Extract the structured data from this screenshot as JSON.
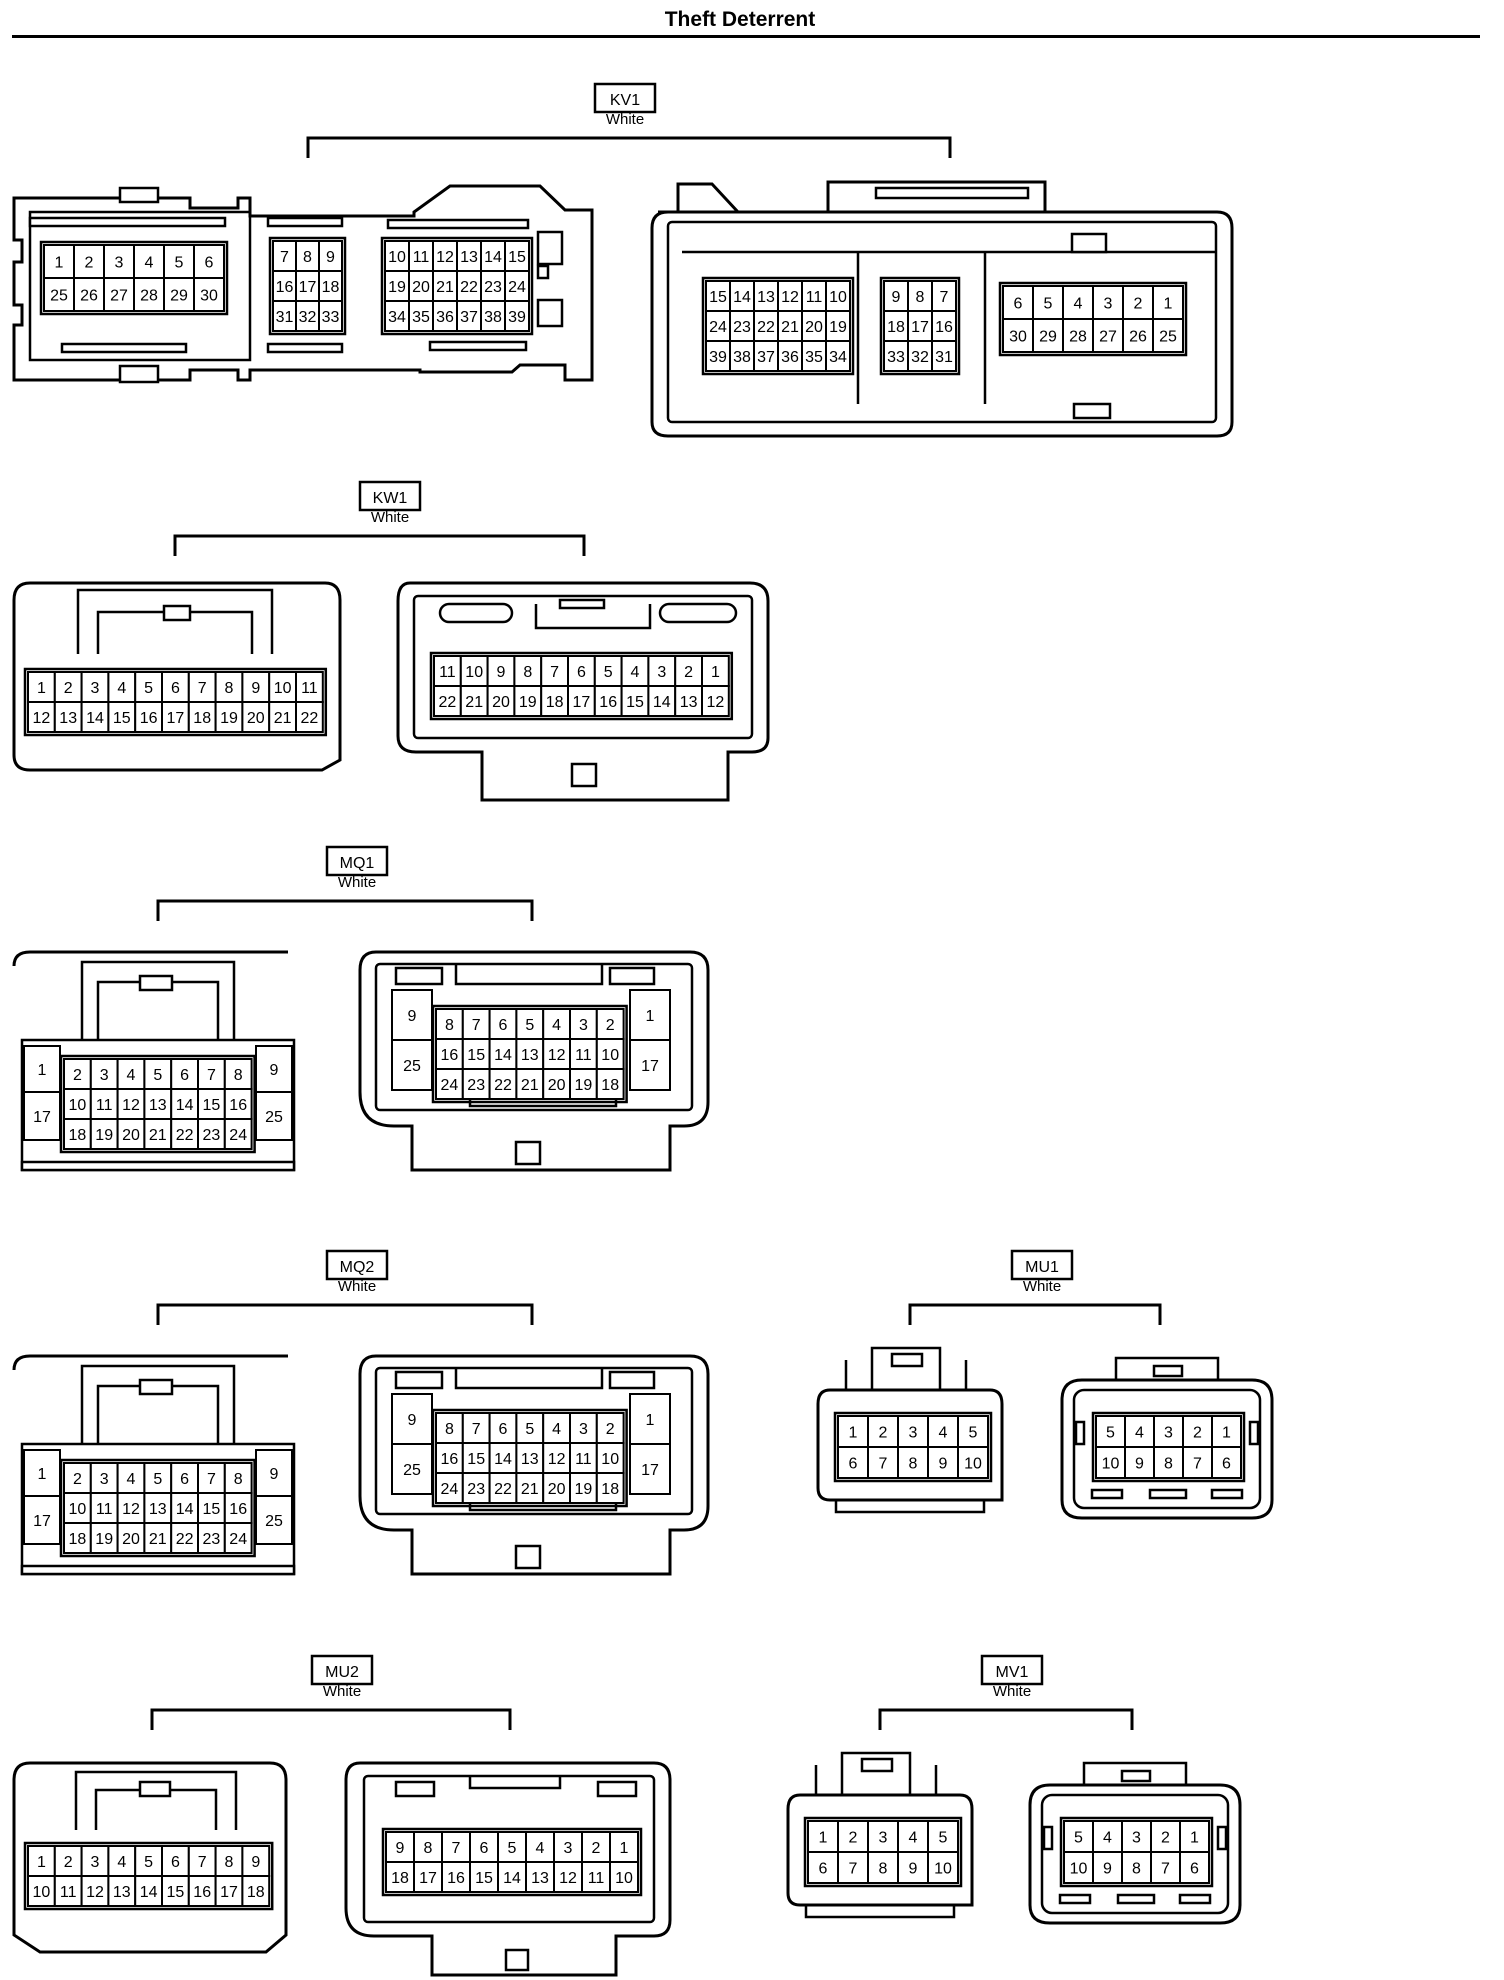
{
  "page": {
    "title": "Theft Deterrent"
  },
  "connectors": [
    {
      "id": "KV1",
      "color": "White",
      "left_groups": [
        [
          [
            "1",
            "2",
            "3",
            "4",
            "5",
            "6"
          ],
          [
            "25",
            "26",
            "27",
            "28",
            "29",
            "30"
          ]
        ],
        [
          [
            "7",
            "8",
            "9"
          ],
          [
            "16",
            "17",
            "18"
          ],
          [
            "31",
            "32",
            "33"
          ]
        ],
        [
          [
            "10",
            "11",
            "12",
            "13",
            "14",
            "15"
          ],
          [
            "19",
            "20",
            "21",
            "22",
            "23",
            "24"
          ],
          [
            "34",
            "35",
            "36",
            "37",
            "38",
            "39"
          ]
        ]
      ],
      "right_groups": [
        [
          [
            "15",
            "14",
            "13",
            "12",
            "11",
            "10"
          ],
          [
            "24",
            "23",
            "22",
            "21",
            "20",
            "19"
          ],
          [
            "39",
            "38",
            "37",
            "36",
            "35",
            "34"
          ]
        ],
        [
          [
            "9",
            "8",
            "7"
          ],
          [
            "18",
            "17",
            "16"
          ],
          [
            "33",
            "32",
            "31"
          ]
        ],
        [
          [
            "6",
            "5",
            "4",
            "3",
            "2",
            "1"
          ],
          [
            "30",
            "29",
            "28",
            "27",
            "26",
            "25"
          ]
        ]
      ]
    },
    {
      "id": "KW1",
      "color": "White",
      "left_groups": [
        [
          [
            "1",
            "2",
            "3",
            "4",
            "5",
            "6",
            "7",
            "8",
            "9",
            "10",
            "11"
          ],
          [
            "12",
            "13",
            "14",
            "15",
            "16",
            "17",
            "18",
            "19",
            "20",
            "21",
            "22"
          ]
        ]
      ],
      "right_groups": [
        [
          [
            "11",
            "10",
            "9",
            "8",
            "7",
            "6",
            "5",
            "4",
            "3",
            "2",
            "1"
          ],
          [
            "22",
            "21",
            "20",
            "19",
            "18",
            "17",
            "16",
            "15",
            "14",
            "13",
            "12"
          ]
        ]
      ]
    },
    {
      "id": "MQ1",
      "color": "White",
      "left_sides": [
        "1",
        "17",
        "9",
        "25"
      ],
      "left_groups": [
        [
          [
            "2",
            "3",
            "4",
            "5",
            "6",
            "7",
            "8"
          ],
          [
            "10",
            "11",
            "12",
            "13",
            "14",
            "15",
            "16"
          ],
          [
            "18",
            "19",
            "20",
            "21",
            "22",
            "23",
            "24"
          ]
        ]
      ],
      "right_sides": [
        "9",
        "25",
        "1",
        "17"
      ],
      "right_groups": [
        [
          [
            "8",
            "7",
            "6",
            "5",
            "4",
            "3",
            "2"
          ],
          [
            "16",
            "15",
            "14",
            "13",
            "12",
            "11",
            "10"
          ],
          [
            "24",
            "23",
            "22",
            "21",
            "20",
            "19",
            "18"
          ]
        ]
      ]
    },
    {
      "id": "MQ2",
      "color": "White",
      "left_sides": [
        "1",
        "17",
        "9",
        "25"
      ],
      "left_groups": [
        [
          [
            "2",
            "3",
            "4",
            "5",
            "6",
            "7",
            "8"
          ],
          [
            "10",
            "11",
            "12",
            "13",
            "14",
            "15",
            "16"
          ],
          [
            "18",
            "19",
            "20",
            "21",
            "22",
            "23",
            "24"
          ]
        ]
      ],
      "right_sides": [
        "9",
        "25",
        "1",
        "17"
      ],
      "right_groups": [
        [
          [
            "8",
            "7",
            "6",
            "5",
            "4",
            "3",
            "2"
          ],
          [
            "16",
            "15",
            "14",
            "13",
            "12",
            "11",
            "10"
          ],
          [
            "24",
            "23",
            "22",
            "21",
            "20",
            "19",
            "18"
          ]
        ]
      ]
    },
    {
      "id": "MU1",
      "color": "White",
      "left_groups": [
        [
          [
            "1",
            "2",
            "3",
            "4",
            "5"
          ],
          [
            "6",
            "7",
            "8",
            "9",
            "10"
          ]
        ]
      ],
      "right_groups": [
        [
          [
            "5",
            "4",
            "3",
            "2",
            "1"
          ],
          [
            "10",
            "9",
            "8",
            "7",
            "6"
          ]
        ]
      ]
    },
    {
      "id": "MU2",
      "color": "White",
      "left_groups": [
        [
          [
            "1",
            "2",
            "3",
            "4",
            "5",
            "6",
            "7",
            "8",
            "9"
          ],
          [
            "10",
            "11",
            "12",
            "13",
            "14",
            "15",
            "16",
            "17",
            "18"
          ]
        ]
      ],
      "right_groups": [
        [
          [
            "9",
            "8",
            "7",
            "6",
            "5",
            "4",
            "3",
            "2",
            "1"
          ],
          [
            "18",
            "17",
            "16",
            "15",
            "14",
            "13",
            "12",
            "11",
            "10"
          ]
        ]
      ]
    },
    {
      "id": "MV1",
      "color": "White",
      "left_groups": [
        [
          [
            "1",
            "2",
            "3",
            "4",
            "5"
          ],
          [
            "6",
            "7",
            "8",
            "9",
            "10"
          ]
        ]
      ],
      "right_groups": [
        [
          [
            "5",
            "4",
            "3",
            "2",
            "1"
          ],
          [
            "10",
            "9",
            "8",
            "7",
            "6"
          ]
        ]
      ]
    }
  ]
}
